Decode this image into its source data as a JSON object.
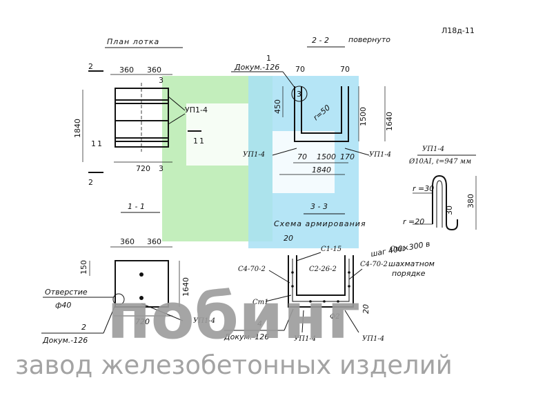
{
  "sheet_code": "Л18д-11",
  "plan": {
    "title": "План лотка",
    "dims": [
      "360",
      "360",
      "1840",
      "720"
    ],
    "refs": [
      "2",
      "2",
      "3",
      "3",
      "1",
      "1",
      "1",
      "1"
    ],
    "callout": "УП1-4"
  },
  "section_2_2": {
    "title": "2 - 2",
    "note": "повернуто",
    "ref_num": "1",
    "ref_doc": "Докум.-126",
    "circle_label": "3",
    "dims": [
      "70",
      "70",
      "450",
      "1500",
      "1640",
      "70",
      "1500",
      "170",
      "1840"
    ],
    "angle": "r=50",
    "labels": [
      "УП1-4",
      "УП1-4"
    ]
  },
  "up_detail": {
    "title": "УП1-4",
    "spec": "Ø10АI, ℓ=947 мм",
    "dims": [
      "r =30",
      "r =20",
      "30",
      "380"
    ]
  },
  "section_1_1": {
    "title": "1 - 1",
    "dims": [
      "360",
      "360",
      "150",
      "1640",
      "720"
    ],
    "hole_label": "Отверстие",
    "hole_size": "ф40",
    "ref_num": "2",
    "ref_doc": "Докум.-126",
    "callout": "УП1-4"
  },
  "section_3_3": {
    "title": "3 - 3",
    "subtitle": "Схема армирования",
    "labels": [
      "20",
      "С1-15",
      "Ст1",
      "С4-70-2",
      "С2-26-2",
      "С4-70-2",
      "шаг 400×300 в",
      "шахматном",
      "порядке",
      "Ст1",
      "Ф2",
      "20",
      "4",
      "Докум.-126",
      "УП1-4",
      "УП1-4"
    ]
  },
  "watermark": {
    "brand": "побинг",
    "subtitle": "завод железобетонных изделий",
    "colors": {
      "green": "#b8ebb0",
      "blue": "#a8e0f4",
      "gray": "#9c9c9c"
    }
  }
}
